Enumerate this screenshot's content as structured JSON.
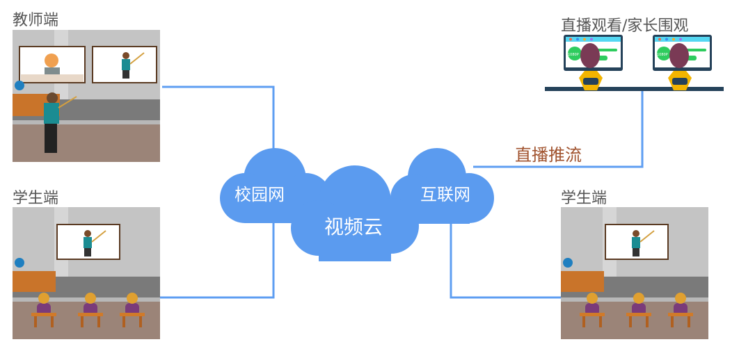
{
  "labels": {
    "teacher": "教师端",
    "student_left": "学生端",
    "student_right": "学生端",
    "viewers": "直播观看/家长围观",
    "push_stream": "直播推流"
  },
  "clouds": {
    "campus": "校园网",
    "video_cloud": "视频云",
    "internet": "互联网"
  },
  "screen_badge": "1080P",
  "colors": {
    "line": "#5e9ef2",
    "cloud": "#5b9bef",
    "push_text": "#a0522d",
    "label": "#555555"
  }
}
